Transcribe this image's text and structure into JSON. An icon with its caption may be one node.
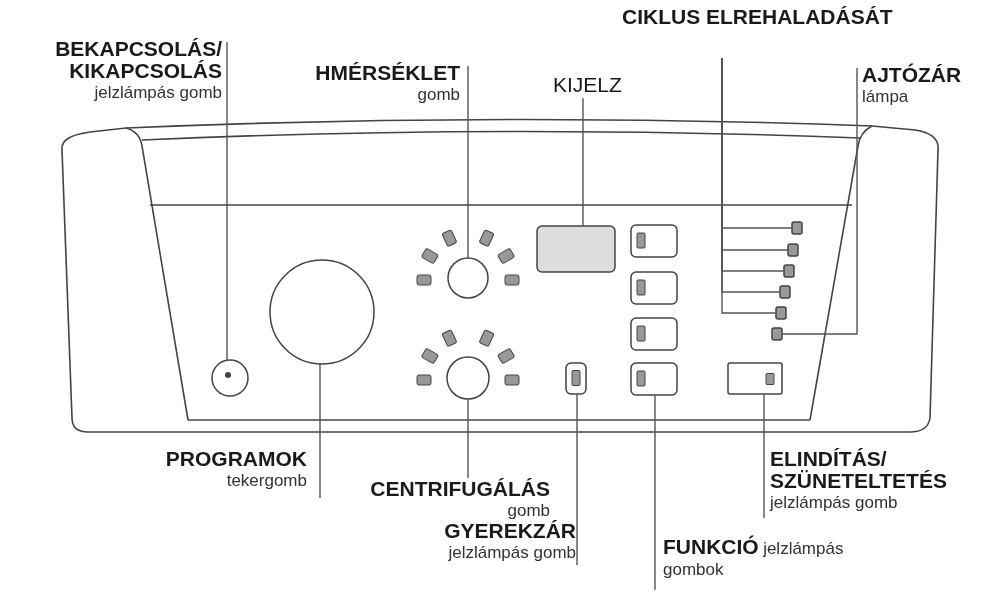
{
  "diagram": {
    "nodes": [
      {
        "text": [
          "BEKAPCSOLÁS/ KIKAPCSOLÁS",
          "jelzlámpás gomb"
        ]
      },
      {
        "text": [
          "HMÉRSÉKLET",
          "gomb"
        ]
      },
      {
        "text": [
          "KIJELZ"
        ]
      },
      {
        "text": [
          "CIKLUS ELREHALADÁSÁT"
        ]
      },
      {
        "text": [
          "AJTÓZÁR",
          "lámpa"
        ]
      },
      {
        "text": [
          "PROGRAMOK",
          "tekergomb"
        ]
      },
      {
        "text": [
          "CENTRIFUGÁLÁS",
          "gomb"
        ]
      },
      {
        "text": [
          "GYEREKZÁR",
          "jelzlámpás gomb"
        ]
      },
      {
        "text": [
          "FUNKCIÓ",
          "jelzlámpás gombok"
        ]
      },
      {
        "text": [
          "ELINDÍTÁS/ SZÜNETELTETÉS",
          "jelzlámpás gomb"
        ]
      },
      {
        "text": [],
        "shape": "circle"
      },
      {
        "text": [],
        "shape": "circle"
      },
      {
        "text": [],
        "shape": "box"
      },
      {
        "text": [],
        "shape": "box"
      },
      {
        "text": [],
        "shape": "box"
      },
      {
        "text": [],
        "shape": "box"
      },
      {
        "text": [],
        "shape": "box"
      },
      {
        "text": [],
        "shape": "box"
      },
      {
        "text": [],
        "shape": "box"
      },
      {
        "text": [],
        "shape": "circle"
      },
      {
        "text": [],
        "shape": "circle"
      },
      {
        "text": [],
        "shape": "box"
      },
      {
        "text": [],
        "shape": "box"
      },
      {
        "text": [],
        "shape": "box"
      },
      {
        "text": [],
        "shape": "box"
      },
      {
        "text": [],
        "shape": "box"
      },
      {
        "text": [],
        "shape": "box"
      }
    ],
    "edges": [
      {
        "from": 0,
        "to": 10,
        "arrow": "none"
      },
      {
        "from": 1,
        "to": 11,
        "arrow": "none"
      },
      {
        "from": 2,
        "to": 12,
        "arrow": "none"
      },
      {
        "from": 3,
        "to": 13,
        "arrow": "none"
      },
      {
        "from": 3,
        "to": 14,
        "arrow": "none"
      },
      {
        "from": 3,
        "to": 15,
        "arrow": "none"
      },
      {
        "from": 3,
        "to": 16,
        "arrow": "none"
      },
      {
        "from": 3,
        "to": 17,
        "arrow": "none"
      },
      {
        "from": 4,
        "to": 18,
        "arrow": "none"
      },
      {
        "from": 5,
        "to": 19,
        "arrow": "none"
      },
      {
        "from": 6,
        "to": 20,
        "arrow": "none"
      },
      {
        "from": 7,
        "to": 21,
        "arrow": "none"
      },
      {
        "from": 8,
        "to": 25,
        "arrow": "none"
      },
      {
        "from": 9,
        "to": 26,
        "arrow": "none"
      }
    ]
  }
}
